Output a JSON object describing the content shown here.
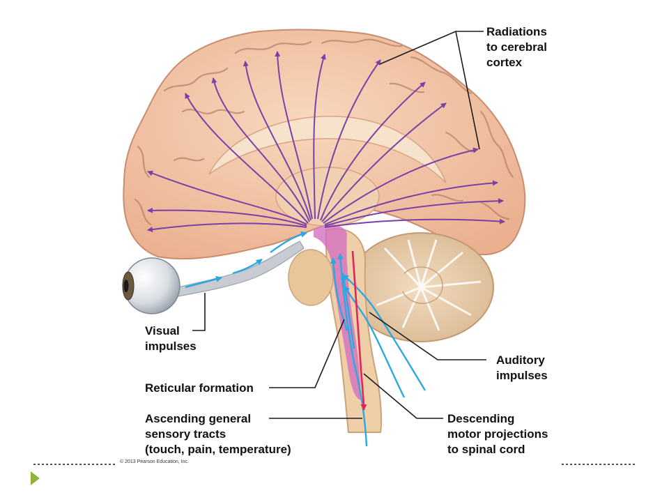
{
  "labels": {
    "radiations": [
      "Radiations",
      "to cerebral",
      "cortex"
    ],
    "visual": [
      "Visual",
      "impulses"
    ],
    "auditory": [
      "Auditory",
      "impulses"
    ],
    "reticular": [
      "Reticular formation"
    ],
    "ascending": [
      "Ascending general",
      "sensory tracts",
      "(touch, pain, temperature)"
    ],
    "descending": [
      "Descending",
      "motor projections",
      "to spinal cord"
    ]
  },
  "copyright": "© 2013 Pearson Education, Inc.",
  "colors": {
    "brain_fill": "#f3c7a8",
    "radiation_arrows": "#7b3fa8",
    "sensory_arrows": "#2aa8e0",
    "reticular_core": "#d46fbf",
    "motor_arrow": "#e3245c",
    "slide_bullet": "#8fb33a"
  },
  "icons": {
    "slide_bullet": "play-triangle-icon"
  }
}
